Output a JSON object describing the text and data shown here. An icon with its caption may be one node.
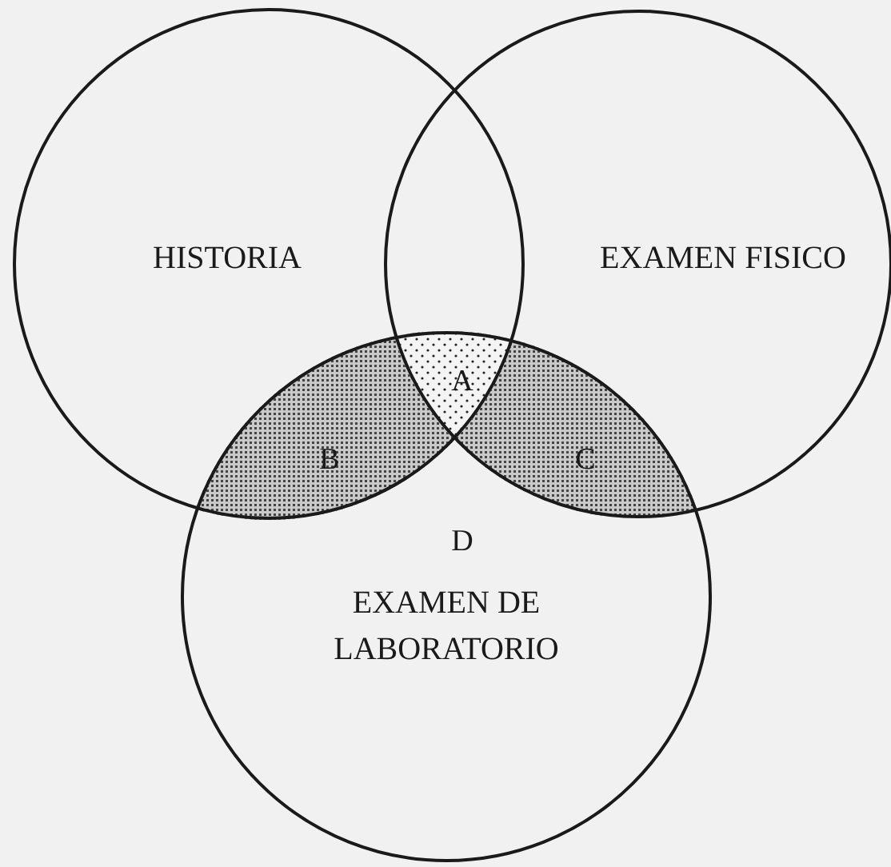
{
  "diagram": {
    "nodes": [
      {
        "text": [
          "HISTORIA"
        ]
      },
      {
        "text": [
          "EXAMEN FISICO"
        ]
      },
      {
        "text": [
          "EXAMEN DE LABORATORIO"
        ]
      }
    ],
    "labels": [
      "A",
      "B",
      "C",
      "D"
    ]
  }
}
